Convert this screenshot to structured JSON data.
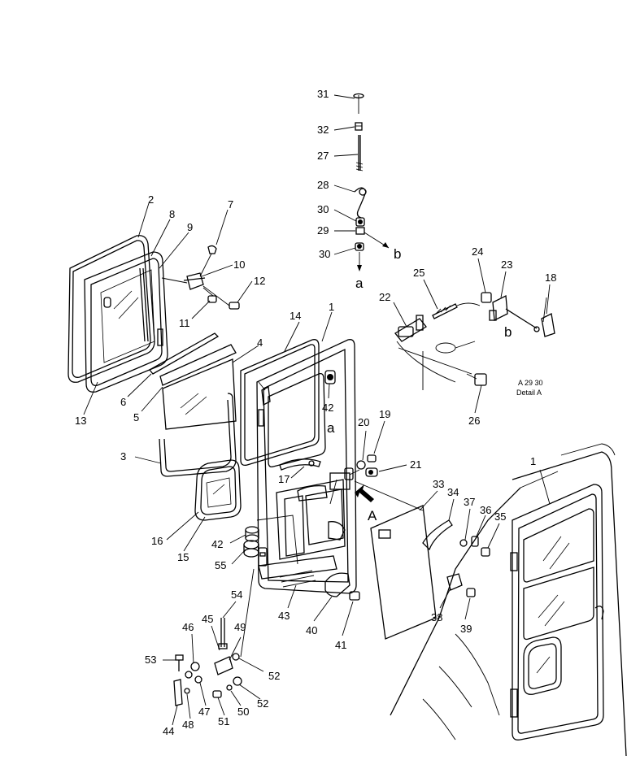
{
  "labels": [
    {
      "id": "31",
      "text": "31"
    },
    {
      "id": "32",
      "text": "32"
    },
    {
      "id": "27",
      "text": "27"
    },
    {
      "id": "28",
      "text": "28"
    },
    {
      "id": "30a",
      "text": "30"
    },
    {
      "id": "29",
      "text": "29"
    },
    {
      "id": "30b",
      "text": "30"
    },
    {
      "id": "2",
      "text": "2"
    },
    {
      "id": "8",
      "text": "8"
    },
    {
      "id": "9",
      "text": "9"
    },
    {
      "id": "7",
      "text": "7"
    },
    {
      "id": "10",
      "text": "10"
    },
    {
      "id": "12",
      "text": "12"
    },
    {
      "id": "11",
      "text": "11"
    },
    {
      "id": "13",
      "text": "13"
    },
    {
      "id": "6",
      "text": "6"
    },
    {
      "id": "5",
      "text": "5"
    },
    {
      "id": "4",
      "text": "4"
    },
    {
      "id": "14",
      "text": "14"
    },
    {
      "id": "1a",
      "text": "1"
    },
    {
      "id": "3",
      "text": "3"
    },
    {
      "id": "16",
      "text": "16"
    },
    {
      "id": "15",
      "text": "15"
    },
    {
      "id": "42a",
      "text": "42"
    },
    {
      "id": "42b",
      "text": "42"
    },
    {
      "id": "55",
      "text": "55"
    },
    {
      "id": "17",
      "text": "17"
    },
    {
      "id": "20",
      "text": "20"
    },
    {
      "id": "19",
      "text": "19"
    },
    {
      "id": "21",
      "text": "21"
    },
    {
      "id": "25",
      "text": "25"
    },
    {
      "id": "24",
      "text": "24"
    },
    {
      "id": "23",
      "text": "23"
    },
    {
      "id": "18",
      "text": "18"
    },
    {
      "id": "22",
      "text": "22"
    },
    {
      "id": "26",
      "text": "26"
    },
    {
      "id": "33",
      "text": "33"
    },
    {
      "id": "34",
      "text": "34"
    },
    {
      "id": "37",
      "text": "37"
    },
    {
      "id": "36",
      "text": "36"
    },
    {
      "id": "35",
      "text": "35"
    },
    {
      "id": "38",
      "text": "38"
    },
    {
      "id": "39",
      "text": "39"
    },
    {
      "id": "43",
      "text": "43"
    },
    {
      "id": "40",
      "text": "40"
    },
    {
      "id": "41",
      "text": "41"
    },
    {
      "id": "54",
      "text": "54"
    },
    {
      "id": "45",
      "text": "45"
    },
    {
      "id": "46",
      "text": "46"
    },
    {
      "id": "49",
      "text": "49"
    },
    {
      "id": "53",
      "text": "53"
    },
    {
      "id": "52a",
      "text": "52"
    },
    {
      "id": "52b",
      "text": "52"
    },
    {
      "id": "50",
      "text": "50"
    },
    {
      "id": "51",
      "text": "51"
    },
    {
      "id": "47",
      "text": "47"
    },
    {
      "id": "48",
      "text": "48"
    },
    {
      "id": "44",
      "text": "44"
    },
    {
      "id": "1b",
      "text": "1"
    }
  ],
  "letters": {
    "a_top": "a",
    "b_top": "b",
    "b_right": "b",
    "a_door": "a",
    "A_view": "A"
  },
  "detail": {
    "line1": "A 29 30",
    "line2": "Detail A"
  }
}
